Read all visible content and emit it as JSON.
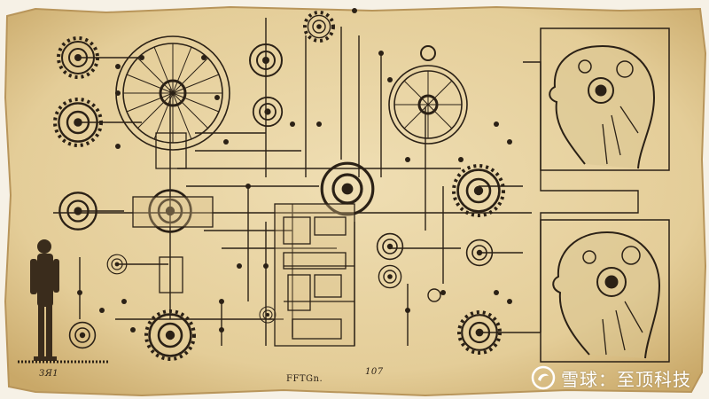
{
  "captions": {
    "left": "ЗЯ1",
    "center": "FFTGn.",
    "right": "107"
  },
  "watermark": {
    "text": "雪球：至顶科技",
    "icon": "snowball-logo-icon"
  },
  "colors": {
    "paper": "#e9d6a7",
    "paper_edge": "#d6bb82",
    "ink": "#2b2116",
    "background": "#f6f1e6"
  }
}
